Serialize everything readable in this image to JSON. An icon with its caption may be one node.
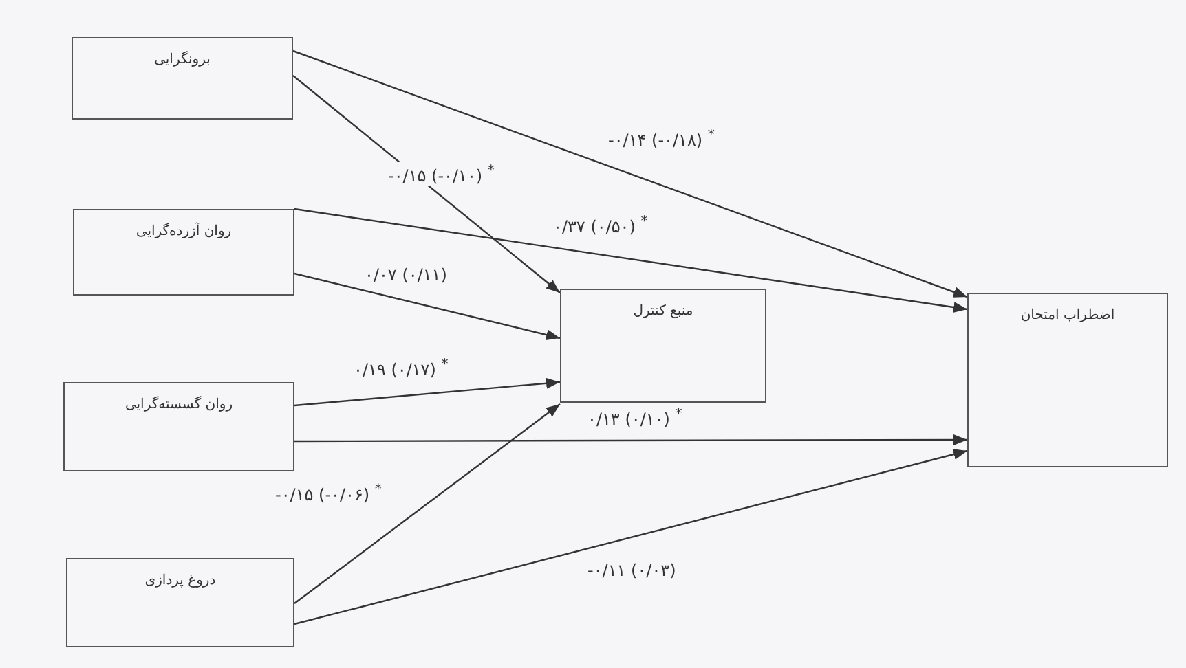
{
  "diagram": {
    "nodes": [
      {
        "text": [
          "برونگرایی"
        ]
      },
      {
        "text": [
          "روان آزرده‌گرایی"
        ]
      },
      {
        "text": [
          "روان گسسته‌گرایی"
        ]
      },
      {
        "text": [
          "دروغ پردازی"
        ]
      },
      {
        "text": [
          "منبع کنترل"
        ]
      },
      {
        "text": [
          "اضطراب امتحان"
        ]
      }
    ],
    "edges": [
      {
        "from": 0,
        "to": 5,
        "arrow": "to",
        "label": "-۰/۱۴ (-۰/۱۸) $^{*}$"
      },
      {
        "from": 0,
        "to": 4,
        "arrow": "to",
        "label": "-۰/۱۵ (-۰/۱۰) $^{*}$"
      },
      {
        "from": 1,
        "to": 5,
        "arrow": "to",
        "label": "۰/۳۷ (۰/۵۰) $^{*}$"
      },
      {
        "from": 1,
        "to": 4,
        "arrow": "to",
        "label": "۰/۰۷ (۰/۱۱)"
      },
      {
        "from": 2,
        "to": 4,
        "arrow": "to",
        "label": "۰/۱۹ (۰/۱۷) $^{*}$"
      },
      {
        "from": 2,
        "to": 5,
        "arrow": "to",
        "label": "۰/۱۳ (۰/۱۰) $^{*}$"
      },
      {
        "from": 3,
        "to": 4,
        "arrow": "to",
        "label": "-۰/۱۵ (-۰/۰۶) $^{*}$"
      },
      {
        "from": 3,
        "to": 5,
        "arrow": "to",
        "label": "-۰/۱۱ (۰/۰۳)"
      }
    ]
  }
}
